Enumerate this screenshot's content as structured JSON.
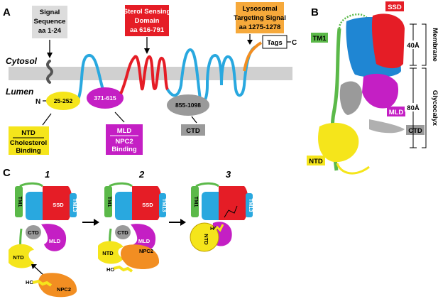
{
  "panel_a": {
    "label": "A",
    "cytosol": "Cytosol",
    "lumen": "Lumen",
    "n_term": "N",
    "c_term": "C",
    "tags": "Tags",
    "signal_box": [
      "Signal",
      "Sequence",
      "aa 1-24"
    ],
    "ssd_box": [
      "Sterol Sensing",
      "Domain",
      "aa 616-791"
    ],
    "lysosomal_box": [
      "Lysosomal",
      "Targeting Signal",
      "aa 1275-1278"
    ],
    "domains": {
      "ntd": "25-252",
      "mld": "371-615",
      "ctd": "855-1098"
    },
    "ntd_box": {
      "title": "NTD",
      "sub": [
        "Cholesterol",
        "Binding"
      ]
    },
    "mld_box": {
      "title": "MLD",
      "sub": [
        "NPC2",
        "Binding"
      ]
    },
    "ctd_box": "CTD"
  },
  "panel_b": {
    "label": "B",
    "ssd": "SSD",
    "tm1": "TM1",
    "mld": "MLD",
    "ctd": "CTD",
    "ntd": "NTD",
    "membrane": "Membrane",
    "glycocalyx": "Glycocalyx",
    "dim_membrane": "40Å",
    "dim_glycocalyx": "80Å"
  },
  "panel_c": {
    "label": "C",
    "steps": [
      "1",
      "2",
      "3"
    ],
    "tm1": "TM1",
    "tm13": "TM13",
    "ssd": "SSD",
    "ctd": "CTD",
    "mld": "MLD",
    "ntd": "NTD",
    "npc2": "NPC2",
    "ho": "HO"
  },
  "colors": {
    "ntd": "#f5e51b",
    "mld": "#c41fc4",
    "ctd": "#9a9a9a",
    "ssd": "#e51d26",
    "tm1": "#5bb949",
    "tm": "#29a8df",
    "blue_body": "#1f86d3",
    "npc2": "#f28e22",
    "membrane": "#d0d0d0",
    "lysosomal": "#f6a93b",
    "signal_bg": "#dcdcdc"
  }
}
